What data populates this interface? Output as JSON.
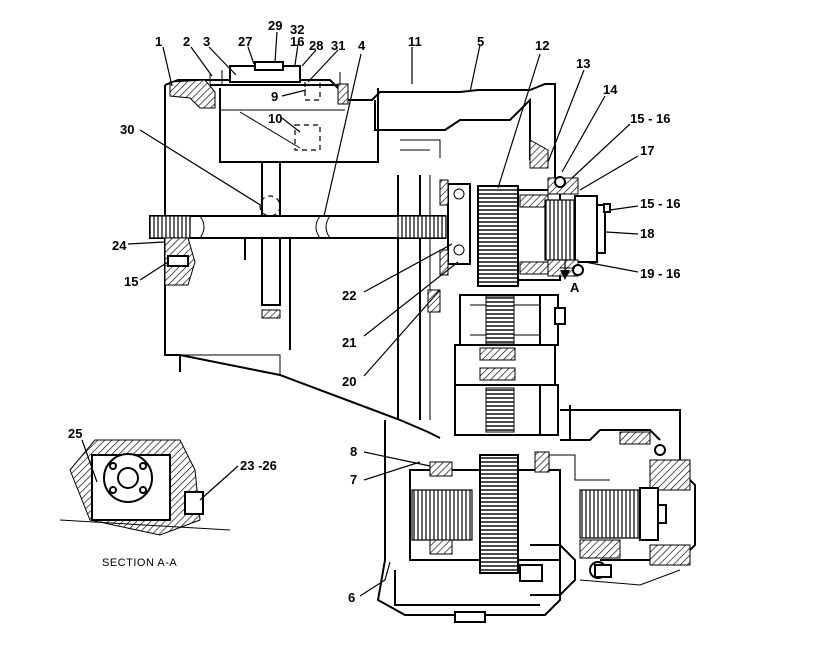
{
  "labels": {
    "l1": "1",
    "l2": "2",
    "l3": "3",
    "l27": "27",
    "l29": "29",
    "l32": "32",
    "l16a": "16",
    "l28": "28",
    "l31": "31",
    "l4": "4",
    "l11": "11",
    "l5": "5",
    "l12": "12",
    "l13": "13",
    "l14": "14",
    "l15_16a": "15 - 16",
    "l17": "17",
    "l15_16b": "15 - 16",
    "l18": "18",
    "l19_16": "19 - 16",
    "lA": "A",
    "l9": "9",
    "l10": "10",
    "l30": "30",
    "l24": "24",
    "l15": "15",
    "l22": "22",
    "l21": "21",
    "l20": "20",
    "l8": "8",
    "l7": "7",
    "l6": "6",
    "l25": "25",
    "l23_26": "23 -26"
  },
  "section_caption": "SECTION  A-A"
}
